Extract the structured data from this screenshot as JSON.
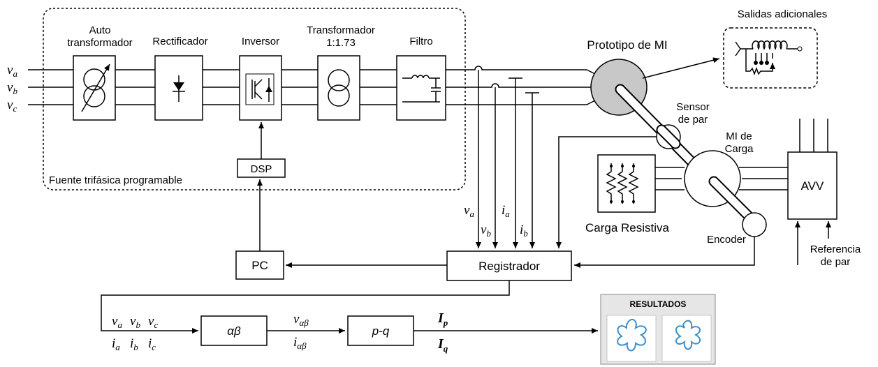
{
  "blocks": {
    "auto_line1": "Auto",
    "auto_line2": "transformador",
    "rectificador": "Rectificador",
    "inversor": "Inversor",
    "transformador": "Transformador",
    "transformador_ratio": "1:1.73",
    "filtro": "Filtro",
    "dsp": "DSP",
    "fuente": "Fuente trifásica programable",
    "pc": "PC",
    "registrador": "Registrador",
    "prototipo": "Prototipo de MI",
    "salidas": "Salidas adicionales",
    "sensor_line1": "Sensor",
    "sensor_line2": "de par",
    "mi_carga_line1": "MI de",
    "mi_carga_line2": "Carga",
    "carga_resistiva": "Carga Resistiva",
    "encoder": "Encoder",
    "avv": "AVV",
    "referencia_line1": "Referencia",
    "referencia_line2": "de par",
    "alphabeta": "αβ",
    "pq": "p-q",
    "resultados": "RESULTADOS"
  },
  "signals": {
    "v": "v",
    "i": "i",
    "I": "I",
    "sub_a": "a",
    "sub_b": "b",
    "sub_c": "c",
    "sub_ab": "αβ",
    "sub_p": "p",
    "sub_q": "q"
  },
  "colors": {
    "line": "#000000",
    "motor_fill": "#c8c8c8",
    "results_bg": "#e6e6e6",
    "flower": "#3a8fc7"
  }
}
